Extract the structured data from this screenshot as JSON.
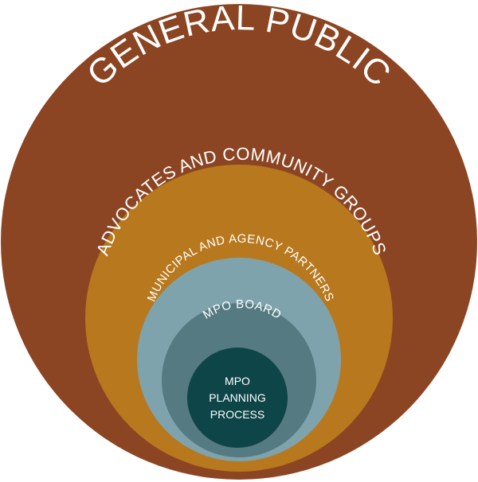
{
  "rings": [
    {
      "id": "general-public",
      "label": "GENERAL PUBLIC",
      "color": "#8B4523"
    },
    {
      "id": "advocates-community-groups",
      "label": "ADVOCATES AND COMMUNITY GROUPS",
      "color": "#B8781E"
    },
    {
      "id": "municipal-agency-partners",
      "label": "MUNICIPAL AND AGENCY PARTNERS",
      "color": "#7FA3AC"
    },
    {
      "id": "mpo-board",
      "label": "MPO BOARD",
      "color": "#557A81"
    }
  ],
  "center": {
    "lines": [
      "MPO",
      "PLANNING",
      "PROCESS"
    ],
    "color": "#0E4548"
  },
  "background": "#ffffff",
  "ring_label_color": "#ffffff"
}
